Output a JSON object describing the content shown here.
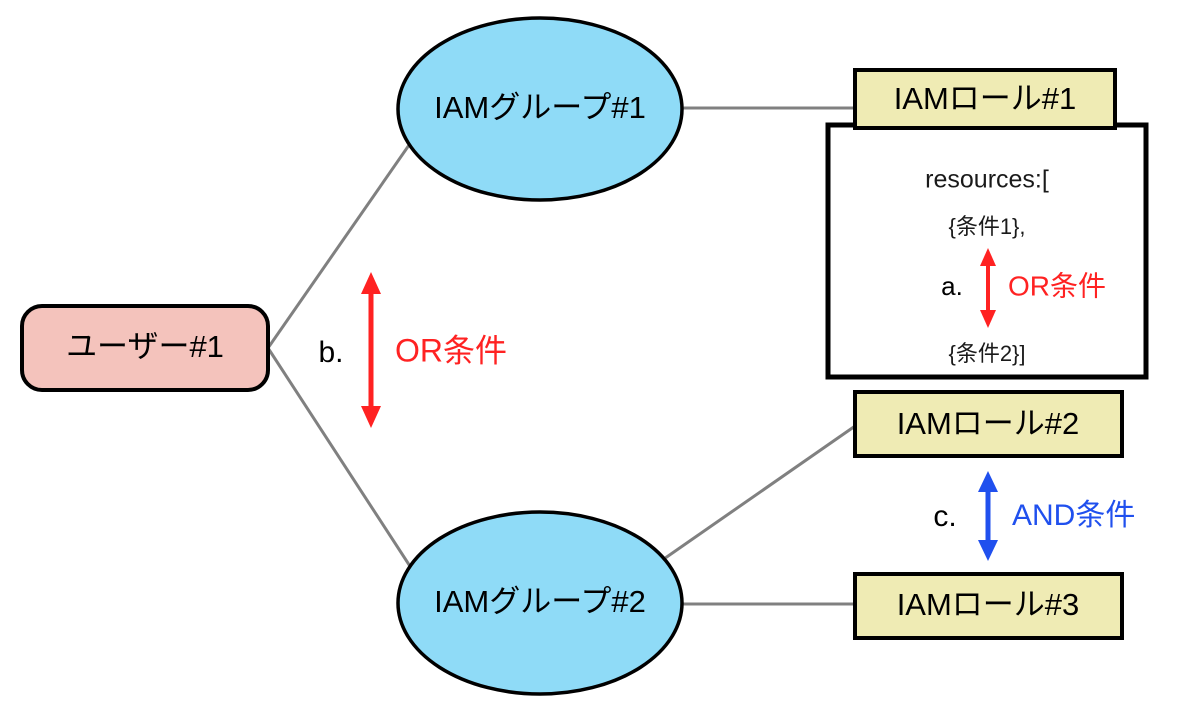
{
  "diagram": {
    "type": "iam-permission-condition-diagram",
    "background_color": "#ffffff",
    "nodes": {
      "user": {
        "label": "ユーザー#1",
        "shape": "rounded-rectangle",
        "fill": "#F4C3BC",
        "stroke": "#000000"
      },
      "group1": {
        "label": "IAMグループ#1",
        "shape": "ellipse",
        "fill": "#8FDBF7",
        "stroke": "#000000"
      },
      "group2": {
        "label": "IAMグループ#2",
        "shape": "ellipse",
        "fill": "#8FDBF7",
        "stroke": "#000000"
      },
      "role1": {
        "label": "IAMロール#1",
        "shape": "rectangle",
        "fill": "#EFEBB4",
        "stroke": "#000000"
      },
      "role2": {
        "label": "IAMロール#2",
        "shape": "rectangle",
        "fill": "#EFEBB4",
        "stroke": "#000000"
      },
      "role3": {
        "label": "IAMロール#3",
        "shape": "rectangle",
        "fill": "#EFEBB4",
        "stroke": "#000000"
      }
    },
    "policy_box": {
      "lines": [
        "resources:[",
        "{条件1},",
        "{条件2}]"
      ],
      "stroke": "#000000",
      "fill": "#ffffff"
    },
    "annotations": [
      {
        "id": "a",
        "marker": "a.",
        "label": "OR条件",
        "color": "#FF2222",
        "arrow": "double-vertical",
        "location": "inside-role1-policy-box"
      },
      {
        "id": "b",
        "marker": "b.",
        "label": "OR条件",
        "color": "#FF2222",
        "arrow": "double-vertical",
        "location": "between-group1-and-group2"
      },
      {
        "id": "c",
        "marker": "c.",
        "label": "AND条件",
        "color": "#2050EE",
        "arrow": "double-vertical",
        "location": "between-role2-and-role3"
      }
    ],
    "edges": [
      {
        "from": "user",
        "to": "group1"
      },
      {
        "from": "user",
        "to": "group2"
      },
      {
        "from": "group1",
        "to": "role1"
      },
      {
        "from": "group2",
        "to": "role2"
      },
      {
        "from": "group2",
        "to": "role3"
      }
    ],
    "edge_color": "#808080"
  }
}
